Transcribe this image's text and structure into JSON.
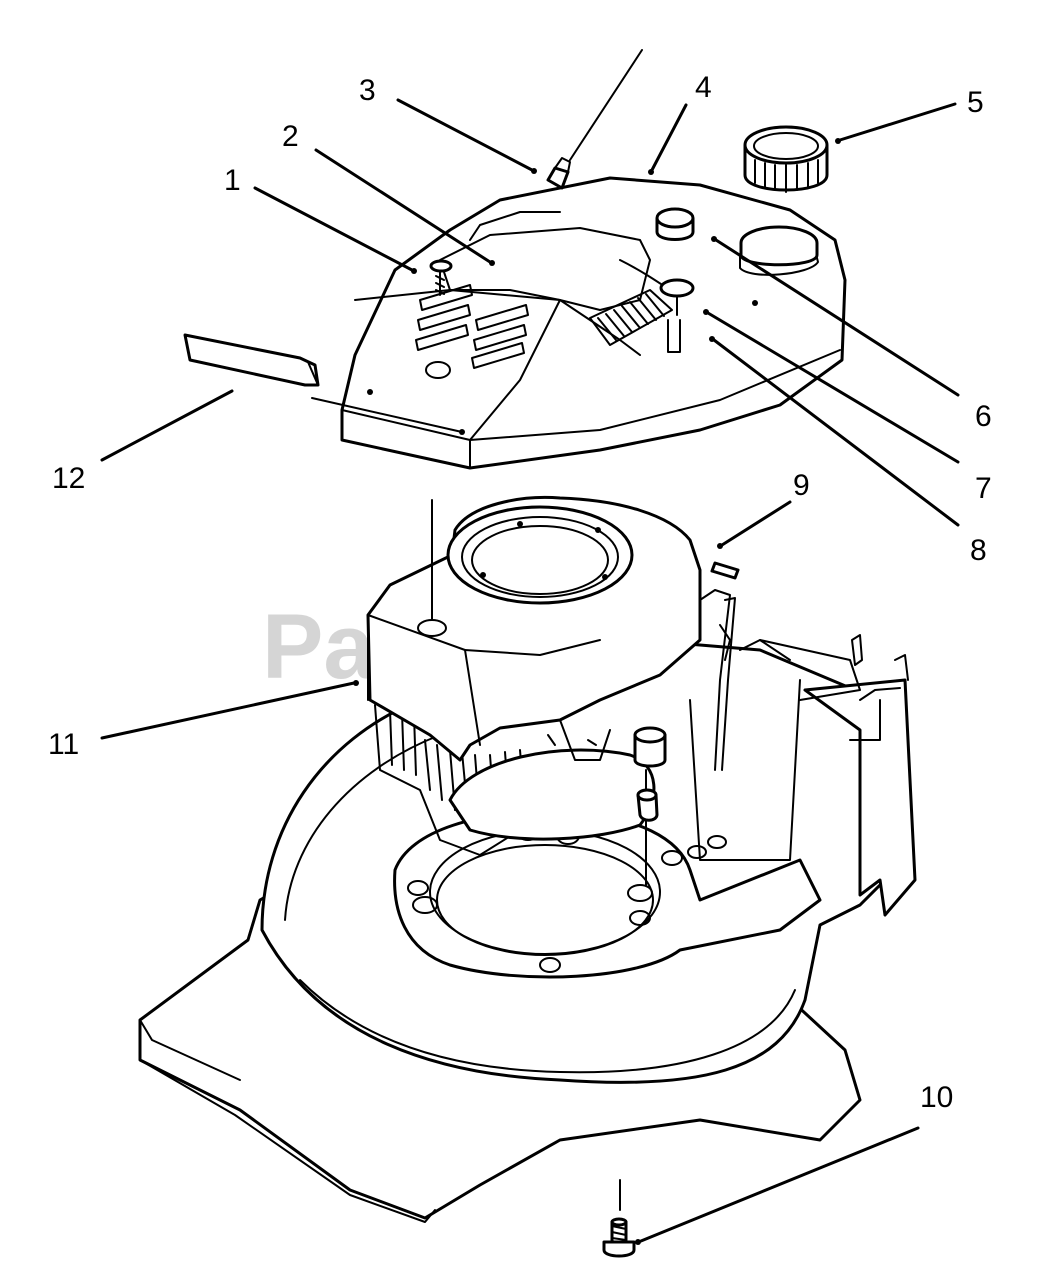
{
  "watermark": "PartsTree",
  "callouts": [
    {
      "label": "1"
    },
    {
      "label": "2"
    },
    {
      "label": "3"
    },
    {
      "label": "4"
    },
    {
      "label": "5"
    },
    {
      "label": "6"
    },
    {
      "label": "7"
    },
    {
      "label": "8"
    },
    {
      "label": "9"
    },
    {
      "label": "10"
    },
    {
      "label": "11"
    },
    {
      "label": "12"
    }
  ]
}
